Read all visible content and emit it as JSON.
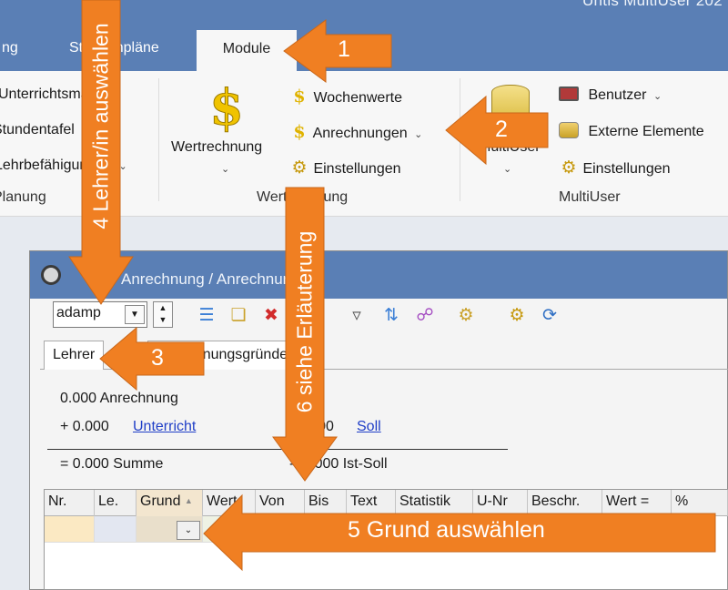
{
  "window": {
    "app_title": "Untis MultiUser 202",
    "subwindow_title": "Anrechnung / Anrechnung"
  },
  "ribbon": {
    "tabs": [
      {
        "label": "ng"
      },
      {
        "label": "Stundenpläne"
      },
      {
        "label": "Module",
        "active": true
      }
    ],
    "planung_group": {
      "items": [
        "Unterrichtsmatrix",
        "Stundentafel",
        "Lehrbefähigungen"
      ],
      "label": "Planung"
    },
    "wertrechnung_group": {
      "big_button": "Wertrechnung",
      "items": [
        "Wochenwerte",
        "Anrechnungen",
        "Einstellungen"
      ],
      "label": "Wertrechnung"
    },
    "multiuser_group": {
      "big_button": "MultiUser",
      "items": [
        "Benutzer",
        "Externe Elemente",
        "Einstellungen"
      ],
      "label": "MultiUser"
    }
  },
  "toolbar": {
    "teacher_select_value": "adamp"
  },
  "tabs2": [
    {
      "label": "Lehrer"
    },
    {
      "label": "Anrechnungsgründe"
    }
  ],
  "summary": {
    "anrechnung": "0.000 Anrechnung",
    "unterricht_value": "+ 0.000",
    "unterricht_link": "Unterricht",
    "soll_value": "22.000",
    "soll_link": "Soll",
    "summe": "= 0.000 Summe",
    "ist_soll": "-22.000 Ist-Soll"
  },
  "grid": {
    "columns": [
      "Nr.",
      "Le.",
      "Grund",
      "Wert",
      "Von",
      "Bis",
      "Text",
      "Statistik",
      "U-Nr",
      "Beschr.",
      "Wert =",
      "%"
    ]
  },
  "annotations": {
    "a1": "1",
    "a2": "2",
    "a3": "3",
    "a4": "4 Lehrer/in auswählen",
    "a5": "5 Grund auswählen",
    "a6": "6 siehe Erläuterung"
  },
  "colors": {
    "ribbon_blue": "#5a7fb5",
    "annotation_orange": "#f07f22",
    "link_blue": "#1f3ec7"
  },
  "icons": [
    "dollar-icon",
    "gear-icon",
    "database-icon",
    "user-icon",
    "external-elements-icon",
    "clock-icon",
    "list-icon",
    "new-icon",
    "delete-icon",
    "filter-icon",
    "sort-icon",
    "refresh-icon"
  ]
}
